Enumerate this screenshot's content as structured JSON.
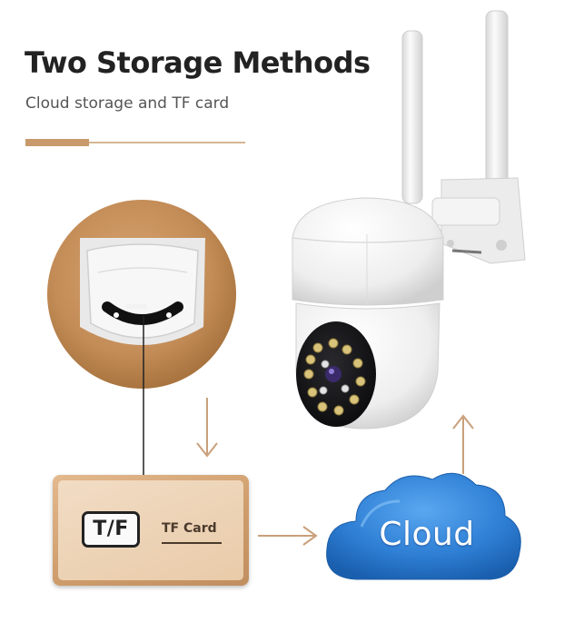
{
  "header": {
    "title": "Two Storage Methods",
    "subtitle": "Cloud storage and TF card"
  },
  "tf_card": {
    "badge": "T/F",
    "label": "TF Card"
  },
  "cloud": {
    "label": "Cloud"
  },
  "colors": {
    "accent_brown": "#c89a6b",
    "cloud_blue": "#2f7fd6",
    "camera_white": "#f3f3f3",
    "arrow": "#c9a07a"
  },
  "icons": {
    "flow_arrows": [
      "arrow-down-icon",
      "arrow-right-icon",
      "arrow-up-icon"
    ]
  }
}
